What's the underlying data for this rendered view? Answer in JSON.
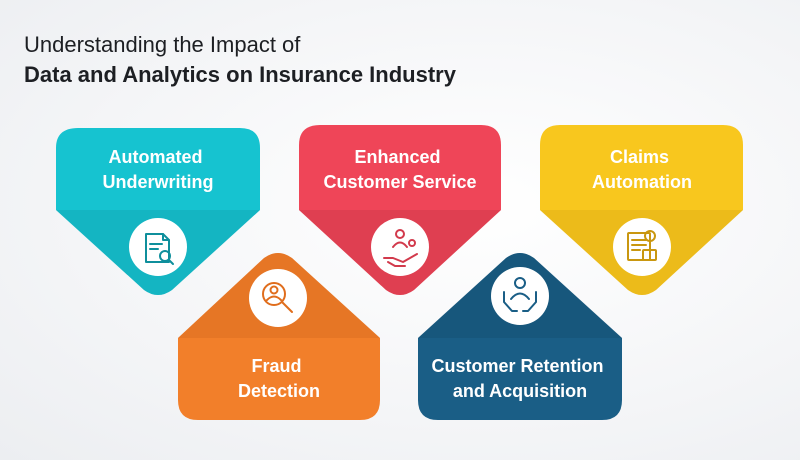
{
  "title": {
    "line1": "Understanding the Impact of",
    "line2": "Data and Analytics on Insurance Industry"
  },
  "cards": [
    {
      "label_line1": "Automated",
      "label_line2": "Underwriting",
      "color": "#16c3d0",
      "shade": "#109aa8",
      "icon": "document-search-icon"
    },
    {
      "label_line1": "Enhanced",
      "label_line2": "Customer Service",
      "color": "#ef4558",
      "shade": "#c43446",
      "icon": "hand-person-icon"
    },
    {
      "label_line1": "Claims",
      "label_line2": "Automation",
      "color": "#f8c71e",
      "shade": "#d8a714",
      "icon": "claim-form-icon"
    },
    {
      "label_line1": "Fraud",
      "label_line2": "Detection",
      "color": "#f27f2a",
      "shade": "#d0681c",
      "icon": "magnifier-person-icon"
    },
    {
      "label_line1": "Customer Retention",
      "label_line2": "and Acquisition",
      "color": "#1a5e86",
      "shade": "#144a6a",
      "icon": "hands-person-icon"
    }
  ]
}
